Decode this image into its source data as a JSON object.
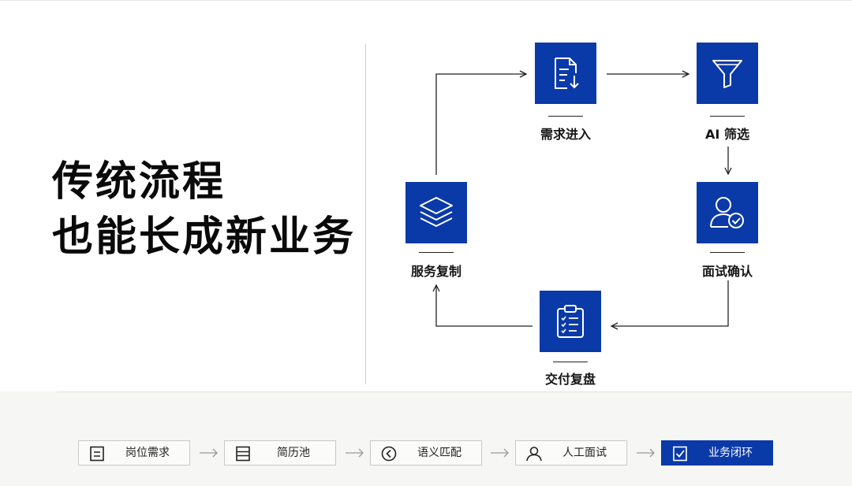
{
  "headline": {
    "line1": "传统流程",
    "line2": "也能长成新业务"
  },
  "flow": {
    "nodes": [
      {
        "id": "intake",
        "label": "需求进入",
        "icon": "document-download-icon"
      },
      {
        "id": "screen",
        "label": "AI 筛选",
        "icon": "funnel-icon"
      },
      {
        "id": "interview",
        "label": "面试确认",
        "icon": "user-check-icon"
      },
      {
        "id": "delivery",
        "label": "交付复盘",
        "icon": "clipboard-checklist-icon"
      },
      {
        "id": "replicate",
        "label": "服务复制",
        "icon": "layers-icon"
      }
    ]
  },
  "pipeline": {
    "steps": [
      {
        "label": "岗位需求",
        "icon": "doc-lines-icon",
        "active": false
      },
      {
        "label": "简历池",
        "icon": "stack-icon",
        "active": false
      },
      {
        "label": "语义匹配",
        "icon": "chevron-circle-icon",
        "active": false
      },
      {
        "label": "人工面试",
        "icon": "person-icon",
        "active": false
      },
      {
        "label": "业务闭环",
        "icon": "checkbox-icon",
        "active": true
      }
    ]
  },
  "colors": {
    "brand_blue": "#0a3aa8",
    "text": "#111111",
    "band": "#f6f6f4"
  }
}
